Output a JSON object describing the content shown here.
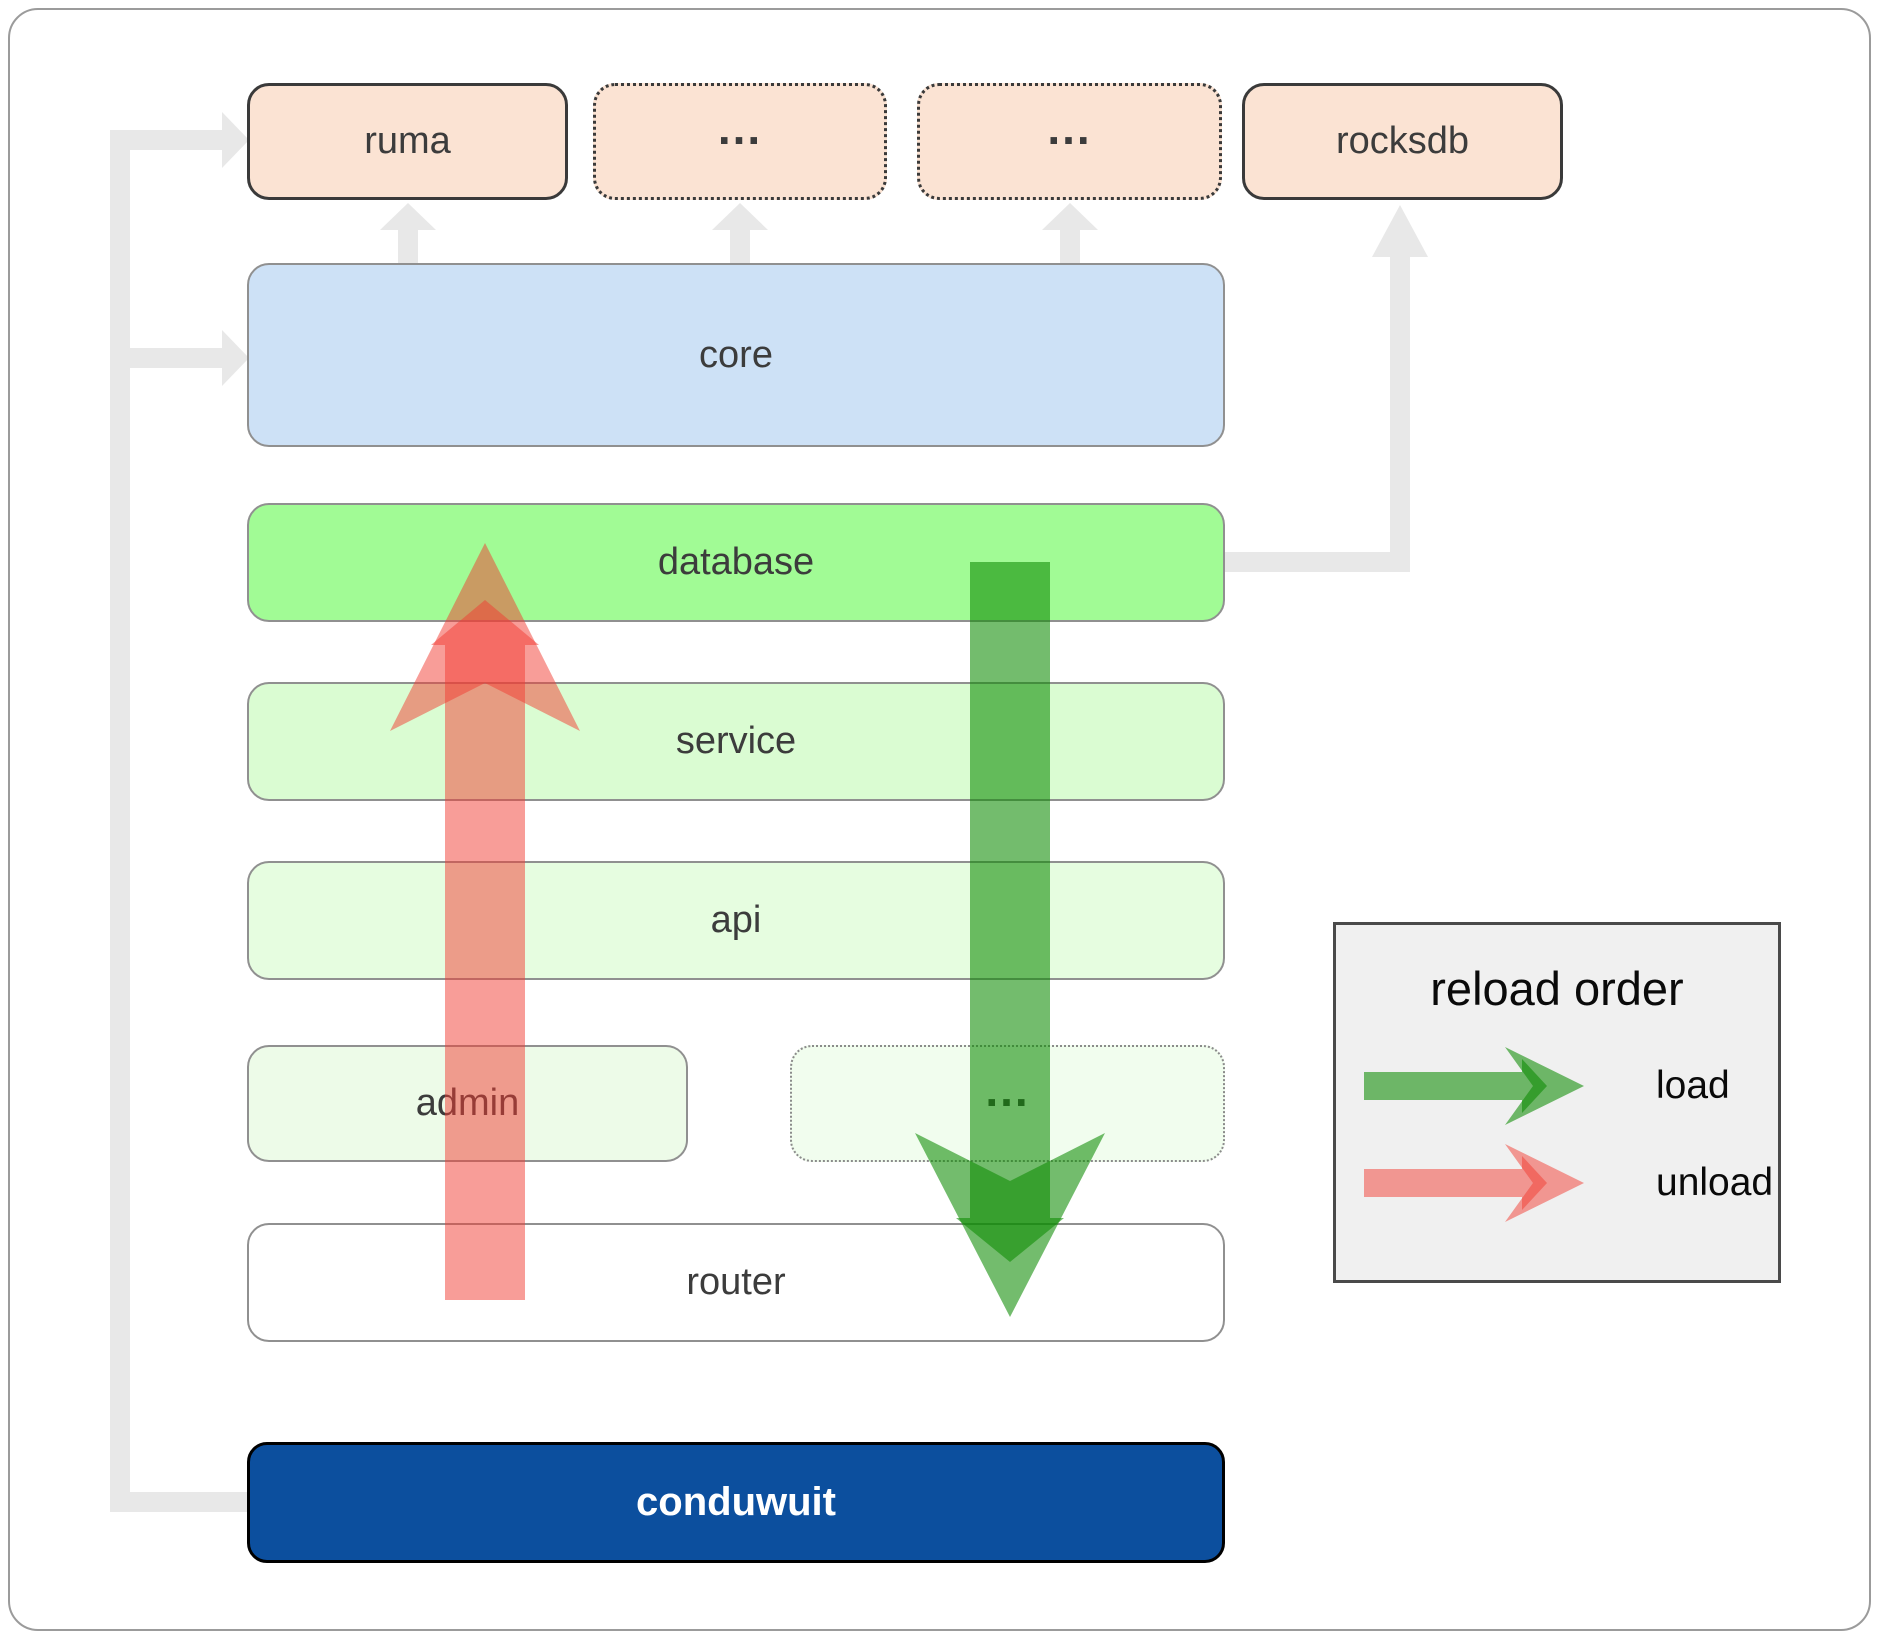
{
  "diagram": {
    "description": "conduwuit module architecture with reload order legend"
  },
  "nodes": {
    "ruma": {
      "label": "ruma"
    },
    "dots1": {
      "label": "..."
    },
    "dots2": {
      "label": "..."
    },
    "rocksdb": {
      "label": "rocksdb"
    },
    "core": {
      "label": "core"
    },
    "database": {
      "label": "database"
    },
    "service": {
      "label": "service"
    },
    "api": {
      "label": "api"
    },
    "admin": {
      "label": "admin"
    },
    "dots3": {
      "label": "..."
    },
    "router": {
      "label": "router"
    },
    "conduwuit": {
      "label": "conduwuit"
    }
  },
  "legend": {
    "title": "reload order",
    "items": [
      {
        "label": "load"
      },
      {
        "label": "unload"
      }
    ]
  },
  "colors": {
    "peach_fill": "#fbe3d3",
    "core_fill": "#cde1f6",
    "database_fill": "#a1fb95",
    "service_fill": "#dafcd2",
    "api_fill": "#e6fde0",
    "admin_fill": "#edfbe8",
    "dots3_fill": "#f1fdee",
    "router_fill": "#ffffff",
    "conduwuit_fill": "#0c4f9e",
    "legend_fill": "#f0f0f0",
    "connector": "#e8e8e8",
    "load_arrow": "#0e8c04",
    "unload_arrow": "#f23b31",
    "text": "#3c3c3c"
  }
}
